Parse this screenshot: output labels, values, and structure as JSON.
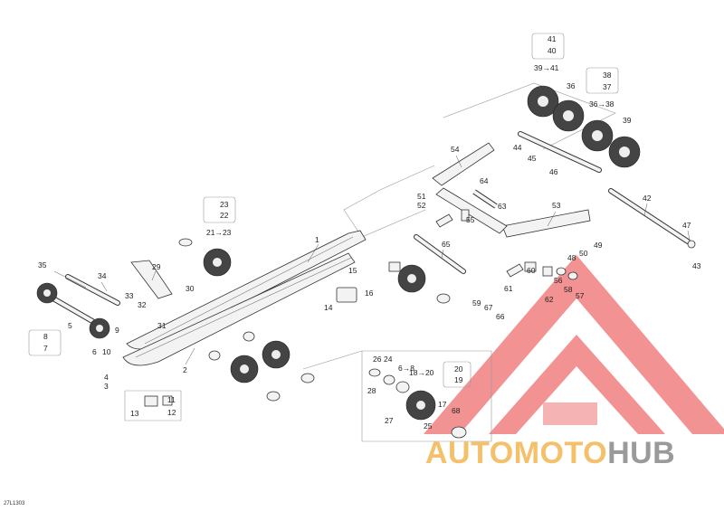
{
  "reference_code": "27L1303",
  "brand": {
    "word_part_a": "AUTOMOTO",
    "word_part_b": "HUB",
    "accent_color": "#f08080",
    "accent_color_2": "#f5c06a"
  },
  "callouts": [
    "1",
    "2",
    "3",
    "4",
    "5",
    "6",
    "7",
    "8",
    "9",
    "10",
    "11",
    "12",
    "13",
    "14",
    "15",
    "16",
    "17",
    "18→20",
    "19",
    "20",
    "21→23",
    "22",
    "23",
    "24",
    "25",
    "26",
    "27",
    "28",
    "29",
    "30",
    "31",
    "32",
    "33",
    "34",
    "35",
    "36",
    "36→38",
    "37",
    "38",
    "39",
    "39→41",
    "40",
    "41",
    "42",
    "43",
    "44",
    "45",
    "46",
    "47",
    "48",
    "49",
    "50",
    "51",
    "52",
    "53",
    "54",
    "55",
    "56",
    "57",
    "58",
    "59",
    "60",
    "61",
    "62",
    "63",
    "64",
    "65",
    "66",
    "67",
    "68",
    "6→8"
  ]
}
